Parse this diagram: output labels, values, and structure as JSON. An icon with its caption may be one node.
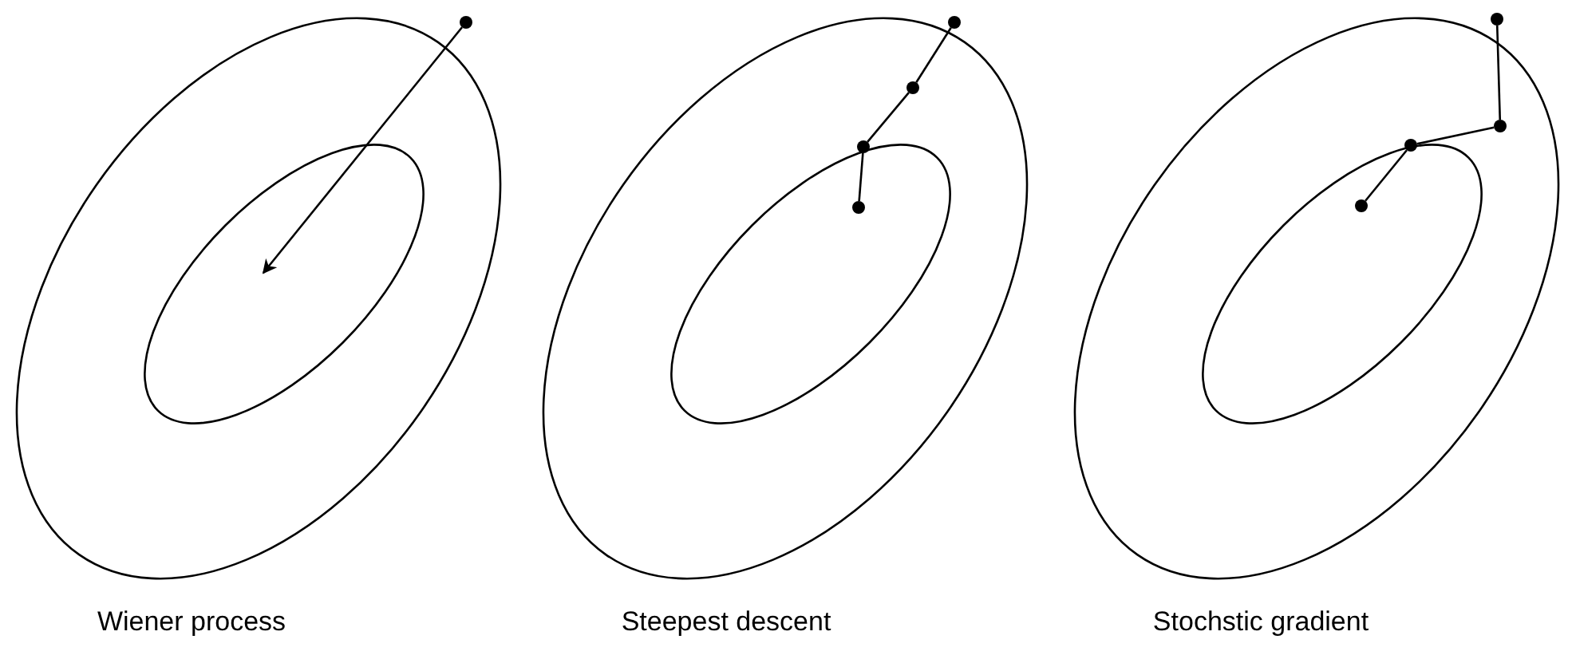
{
  "diagram": {
    "nodes": [
      {
        "text": [],
        "shape": "circle"
      },
      {
        "text": [],
        "shape": "circle"
      },
      {
        "text": [],
        "shape": "circle"
      },
      {
        "text": [],
        "shape": "circle"
      },
      {
        "text": [],
        "shape": "circle"
      },
      {
        "text": [],
        "shape": "circle"
      },
      {
        "text": [],
        "shape": "circle"
      },
      {
        "text": [],
        "shape": "circle"
      },
      {
        "text": [],
        "shape": "circle"
      }
    ],
    "edges": [
      {
        "from": 0,
        "to": null,
        "arrow": "to"
      },
      {
        "from": 1,
        "to": 2,
        "arrow": "none"
      },
      {
        "from": 2,
        "to": 3,
        "arrow": "none"
      },
      {
        "from": 3,
        "to": 4,
        "arrow": "none"
      },
      {
        "from": 5,
        "to": 6,
        "arrow": "none"
      },
      {
        "from": 6,
        "to": 7,
        "arrow": "none"
      },
      {
        "from": 7,
        "to": 8,
        "arrow": "none"
      }
    ],
    "labels": [
      "Wiener process",
      "Steepest descent",
      "Stochstic gradient"
    ]
  }
}
